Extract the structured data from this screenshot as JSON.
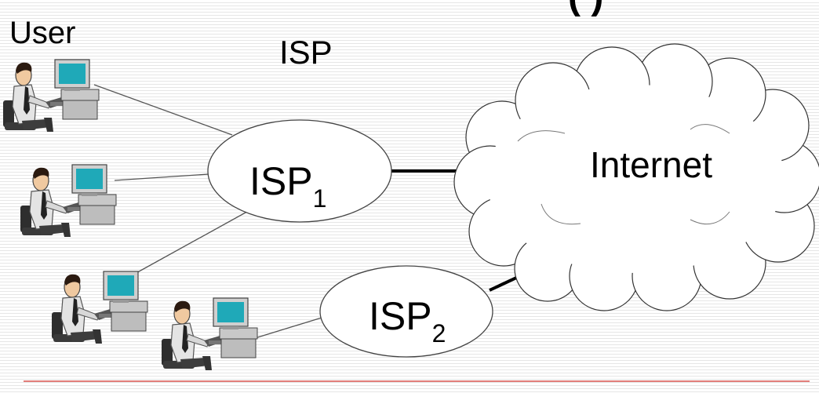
{
  "title_fragment": "(    )",
  "labels": {
    "user": "User",
    "isp": "ISP"
  },
  "nodes": {
    "isp1": {
      "text": "ISP",
      "subscript": "1"
    },
    "isp2": {
      "text": "ISP",
      "subscript": "2"
    },
    "internet": {
      "text": "Internet"
    }
  },
  "users": [
    "user",
    "user",
    "user",
    "user"
  ],
  "colors": {
    "bottom_rule": "#d9534f",
    "cloud_fill": "#ffffff",
    "ellipse_fill": "#ffffff",
    "monitor_screen": "#1fa9b8"
  }
}
